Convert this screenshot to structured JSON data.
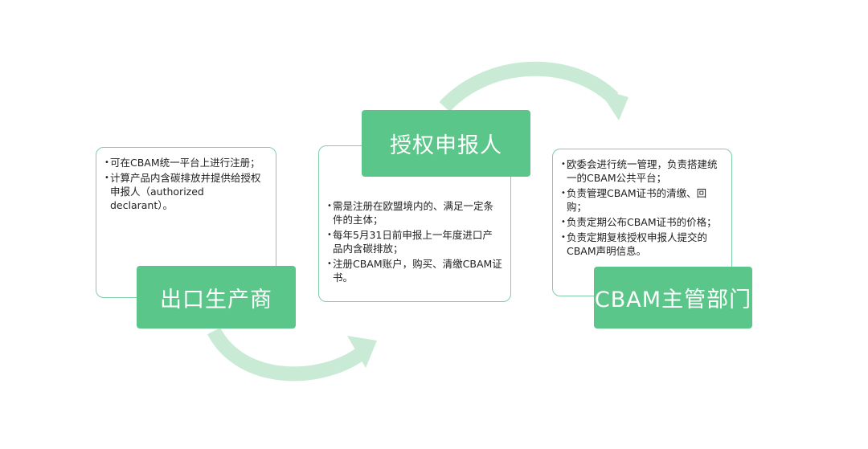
{
  "colors": {
    "accent": "#5bc68a",
    "card_border": "#7fcfa6",
    "arrow": "#c9ebd6"
  },
  "nodes": [
    {
      "title": "出口生产商",
      "items": [
        "可在CBAM统一平台上进行注册；",
        "计算产品内含碳排放并提供给授权申报人（authorized declarant）。"
      ]
    },
    {
      "title": "授权申报人",
      "items": [
        "需是注册在欧盟境内的、满足一定条件的主体；",
        "每年5月31日前申报上一年度进口产品内含碳排放；",
        "注册CBAM账户，购买、清缴CBAM证书。"
      ]
    },
    {
      "title": "CBAM主管部门",
      "items": [
        "欧委会进行统一管理，负责搭建统一的CBAM公共平台；",
        "负责管理CBAM证书的清缴、回购；",
        "负责定期公布CBAM证书的价格；",
        "负责定期复核授权申报人提交的CBAM声明信息。"
      ]
    }
  ],
  "connectors": [
    {
      "from": "出口生产商",
      "to": "授权申报人",
      "icon": "curved-arrow-icon"
    },
    {
      "from": "授权申报人",
      "to": "CBAM主管部门",
      "icon": "curved-arrow-icon"
    }
  ]
}
